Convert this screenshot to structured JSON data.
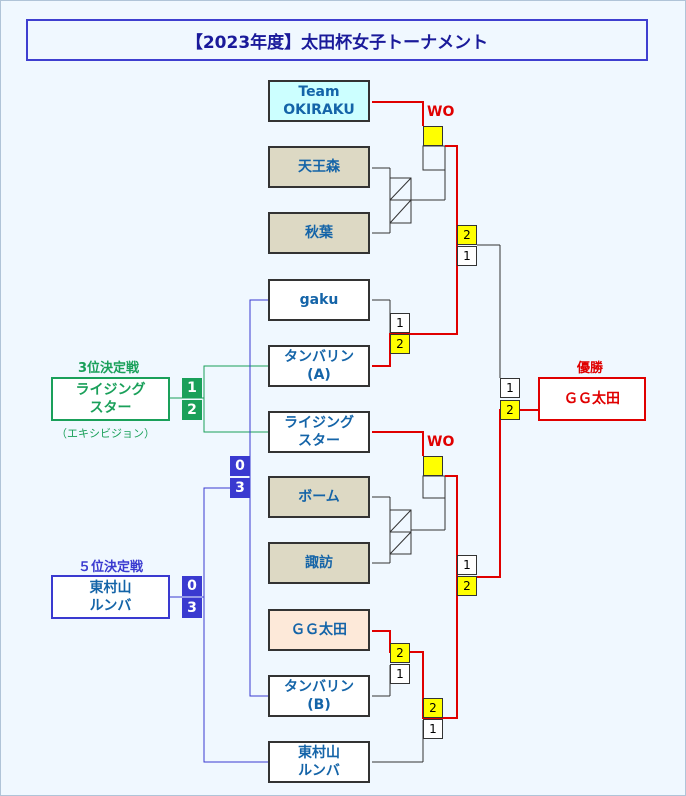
{
  "title": "【2023年度】太田杯女子トーナメント",
  "teams": {
    "t1": "Team\nOKIRAKU",
    "t2": "天王森",
    "t3": "秋葉",
    "t4": "gaku",
    "t5": "タンバリン\n(A)",
    "t6": "ライジング\nスター",
    "t7": "ボーム",
    "t8": "諏訪",
    "t9": "ＧＧ太田",
    "t10": "タンバリン\n(B)",
    "t11": "東村山\nルンバ"
  },
  "wo_label": "WO",
  "scores": {
    "gaku": "1",
    "tanA": "2",
    "okiraku_sf": "2",
    "tanA_sf": "1",
    "gg_r1": "2",
    "tanB_r1": "1",
    "gg_qf": "2",
    "higashi_qf": "1",
    "rising_sf": "1",
    "gg_sf": "2",
    "final_top": "1",
    "final_bottom": "2",
    "third_top": "1",
    "third_bottom": "2",
    "fifth_mid_top": "0",
    "fifth_mid_bottom": "3",
    "fifth_left_top": "0",
    "fifth_left_bottom": "3"
  },
  "champion": {
    "label": "優勝",
    "name": "ＧＧ太田"
  },
  "third_place": {
    "label": "3位決定戦",
    "name": "ライジング\nスター",
    "note": "（エキシビジョン）"
  },
  "fifth_place": {
    "label": "５位決定戦",
    "name": "東村山\nルンバ"
  },
  "colors": {
    "win": "#e00000",
    "third": "#1aa05a",
    "fifth": "#3a3ad0",
    "line": "#333333"
  }
}
